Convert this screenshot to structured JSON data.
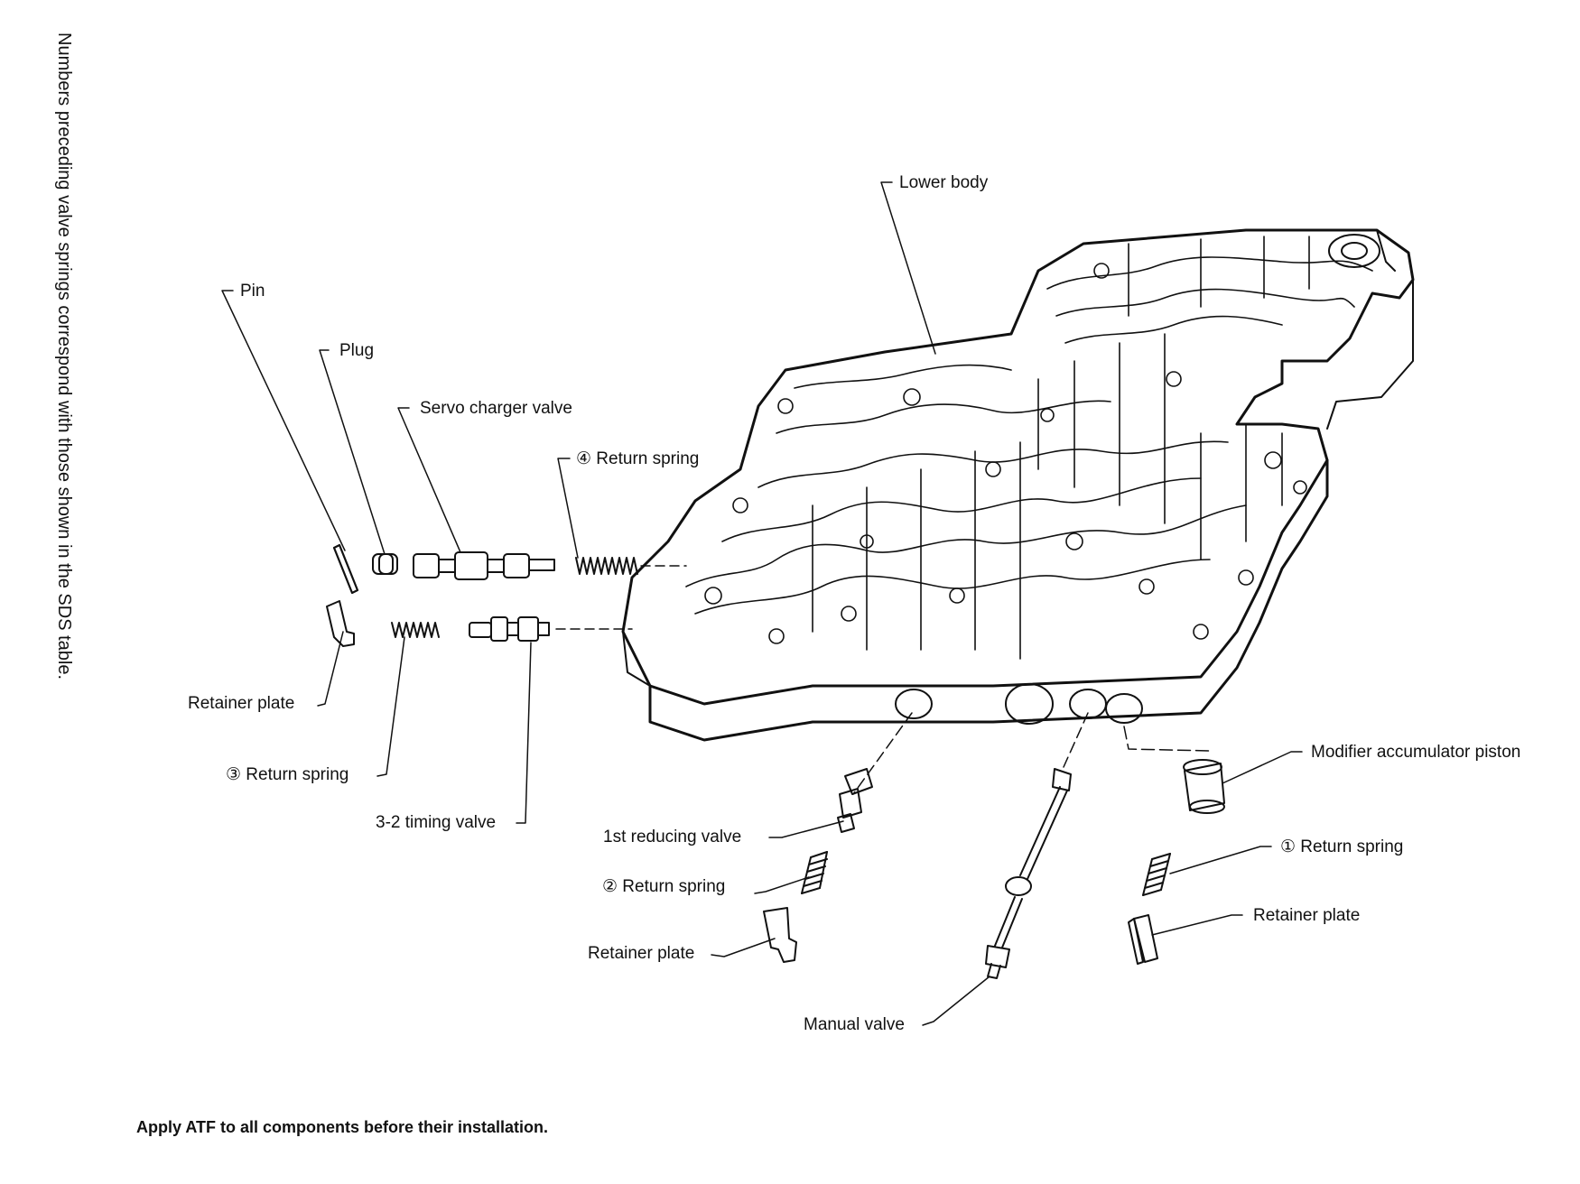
{
  "side_note": "Numbers preceding valve springs correspond with those shown in the SDS table.",
  "footer_note": "Apply ATF to all components before their installation.",
  "labels": {
    "lower_body": "Lower body",
    "pin": "Pin",
    "plug": "Plug",
    "servo_charger_valve": "Servo charger valve",
    "return_spring_4": "④ Return spring",
    "retainer_plate_left": "Retainer plate",
    "return_spring_3": "③ Return spring",
    "timing_valve_3_2": "3-2 timing valve",
    "first_reducing_valve": "1st reducing valve",
    "return_spring_2": "② Return spring",
    "retainer_plate_bottom": "Retainer plate",
    "manual_valve": "Manual valve",
    "modifier_accumulator_piston": "Modifier accumulator piston",
    "return_spring_1": "① Return spring",
    "retainer_plate_right": "Retainer plate"
  }
}
